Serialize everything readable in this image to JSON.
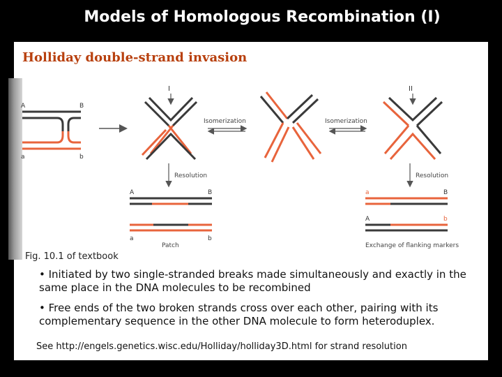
{
  "slide": {
    "title": "Models of Homologous Recombination (I)",
    "subtitle": "Holliday double-strand invasion",
    "figure_caption": "Fig. 10.1 of textbook",
    "bullets": [
      "• Initiated by two single-stranded breaks made simultaneously and exactly in the same place in the DNA molecules to be recombined",
      "• Free ends of the two broken strands cross over each other, pairing with its complementary sequence in the other DNA molecule to form heteroduplex."
    ],
    "footer_note": "See http://engels.genetics.wisc.edu/Holliday/holliday3D.html for strand resolution"
  },
  "diagram": {
    "strand_colors": {
      "dark": "#3a3a3a",
      "orange": "#e8643c"
    },
    "labels": {
      "A": "A",
      "B": "B",
      "a": "a",
      "b": "b",
      "I": "I",
      "II": "II",
      "isomerization_1": "Isomerization",
      "isomerization_2": "Isomerization",
      "resolution_1": "Resolution",
      "resolution_2": "Resolution",
      "patch": "Patch",
      "exchange": "Exchange of flanking markers"
    }
  }
}
